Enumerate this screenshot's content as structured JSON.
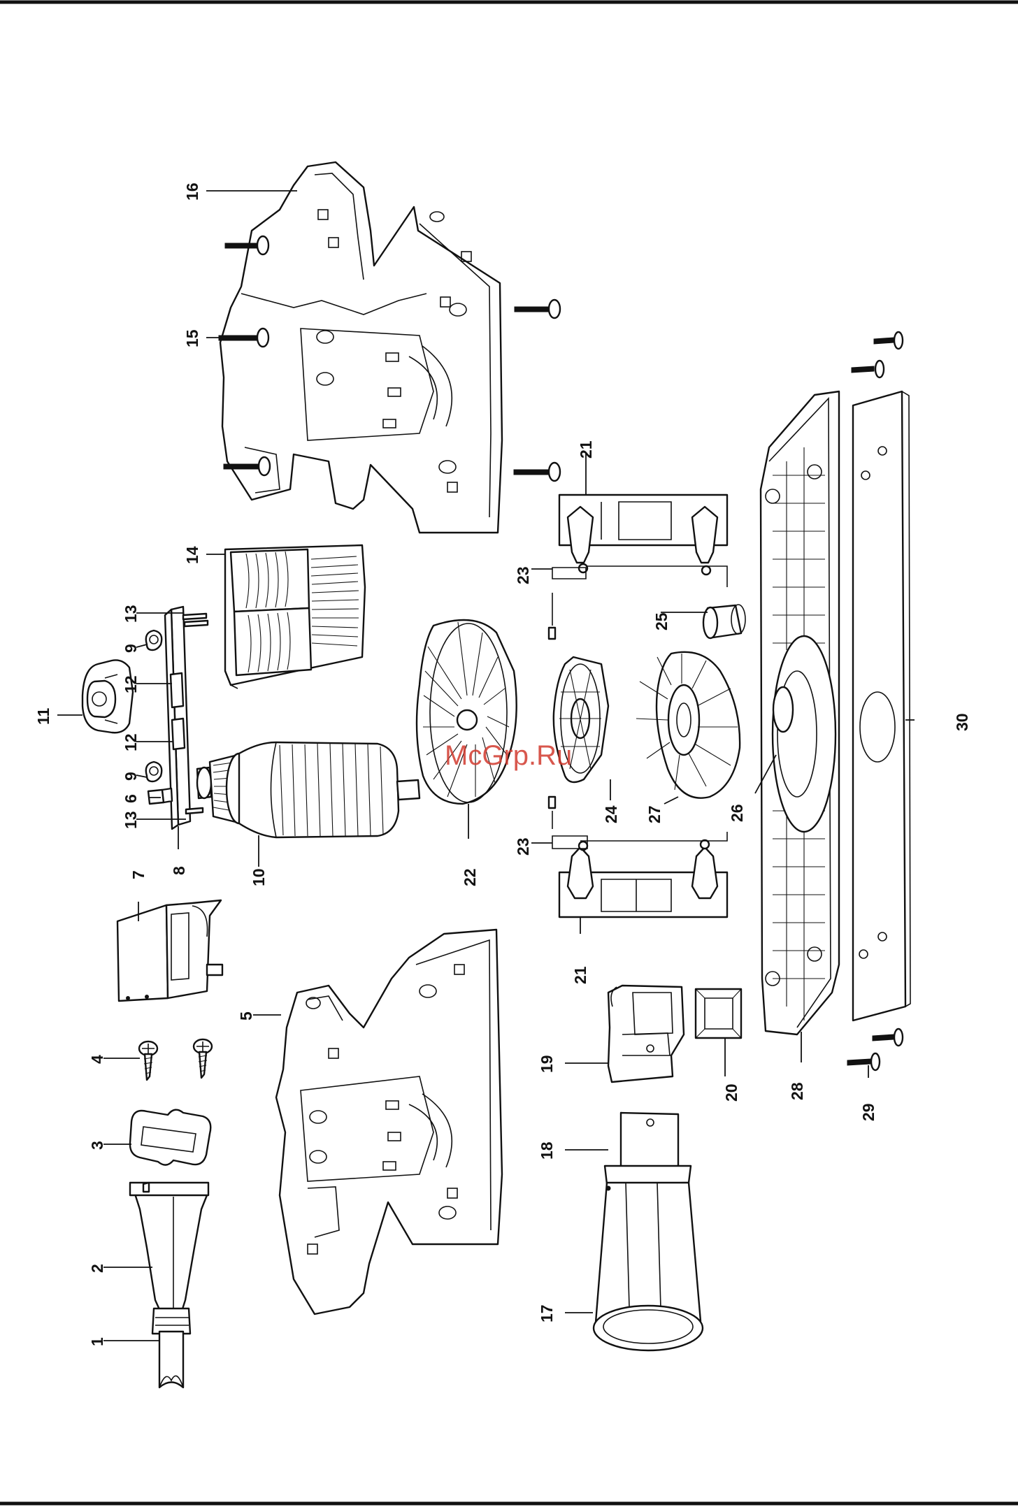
{
  "watermark": "McGrp.Ru",
  "callouts": [
    {
      "id": "c1",
      "label": "1"
    },
    {
      "id": "c2",
      "label": "2"
    },
    {
      "id": "c3",
      "label": "3"
    },
    {
      "id": "c4",
      "label": "4"
    },
    {
      "id": "c5",
      "label": "5"
    },
    {
      "id": "c6",
      "label": "6"
    },
    {
      "id": "c7",
      "label": "7"
    },
    {
      "id": "c8",
      "label": "8"
    },
    {
      "id": "c9a",
      "label": "9"
    },
    {
      "id": "c9b",
      "label": "9"
    },
    {
      "id": "c10",
      "label": "10"
    },
    {
      "id": "c11",
      "label": "11"
    },
    {
      "id": "c12a",
      "label": "12"
    },
    {
      "id": "c12b",
      "label": "12"
    },
    {
      "id": "c13a",
      "label": "13"
    },
    {
      "id": "c13b",
      "label": "13"
    },
    {
      "id": "c14",
      "label": "14"
    },
    {
      "id": "c15",
      "label": "15"
    },
    {
      "id": "c16",
      "label": "16"
    },
    {
      "id": "c17",
      "label": "17"
    },
    {
      "id": "c18",
      "label": "18"
    },
    {
      "id": "c19",
      "label": "19"
    },
    {
      "id": "c20",
      "label": "20"
    },
    {
      "id": "c21a",
      "label": "21"
    },
    {
      "id": "c21b",
      "label": "21"
    },
    {
      "id": "c22",
      "label": "22"
    },
    {
      "id": "c23a",
      "label": "23"
    },
    {
      "id": "c23b",
      "label": "23"
    },
    {
      "id": "c24",
      "label": "24"
    },
    {
      "id": "c25",
      "label": "25"
    },
    {
      "id": "c26",
      "label": "26"
    },
    {
      "id": "c27",
      "label": "27"
    },
    {
      "id": "c28",
      "label": "28"
    },
    {
      "id": "c29",
      "label": "29"
    },
    {
      "id": "c30",
      "label": "30"
    }
  ]
}
